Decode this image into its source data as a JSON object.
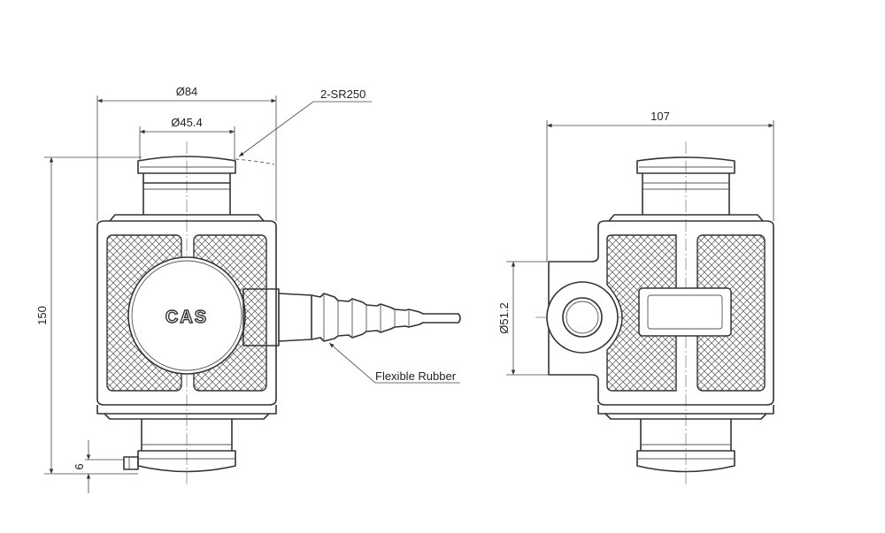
{
  "dimensions": {
    "outer_diameter": "Ø84",
    "inner_diameter": "Ø45.4",
    "sphere_radius": "2-SR250",
    "height": "150",
    "bottom_offset": "6",
    "side_width": "107",
    "side_hole_diameter": "Ø51.2"
  },
  "annotations": {
    "cable": "Flexible Rubber"
  },
  "logo": {
    "text": "CAS"
  },
  "colors": {
    "line": "#333333",
    "dimension": "#444444",
    "background": "#ffffff"
  }
}
